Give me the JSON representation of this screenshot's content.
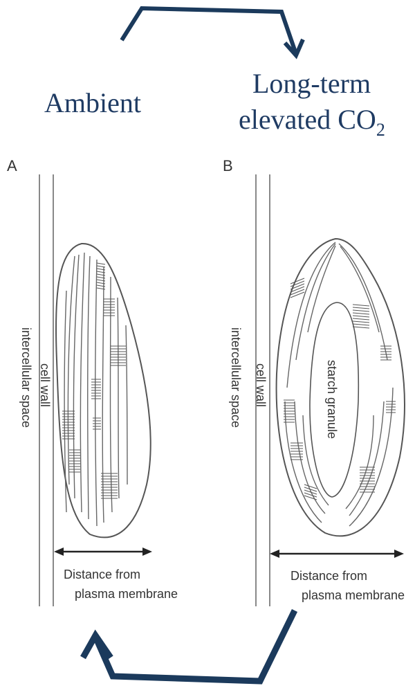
{
  "labels": {
    "ambient": "Ambient",
    "elevated_line1": "Long-term",
    "elevated_line2_prefix": "elevated CO",
    "elevated_subscript": "2"
  },
  "panels": {
    "a": {
      "letter": "A",
      "intercellular": "intercellular space",
      "cell_wall": "cell wall",
      "distance_line1": "Distance from",
      "distance_line2": "plasma membrane"
    },
    "b": {
      "letter": "B",
      "intercellular": "intercellular space",
      "cell_wall": "cell wall",
      "starch": "starch granule",
      "distance_line1": "Distance from",
      "distance_line2": "plasma membrane"
    }
  },
  "colors": {
    "arrow_navy": "#1b3a5c",
    "title_navy": "#1f3b63",
    "line_gray": "#555555",
    "grana_gray": "#666666"
  }
}
